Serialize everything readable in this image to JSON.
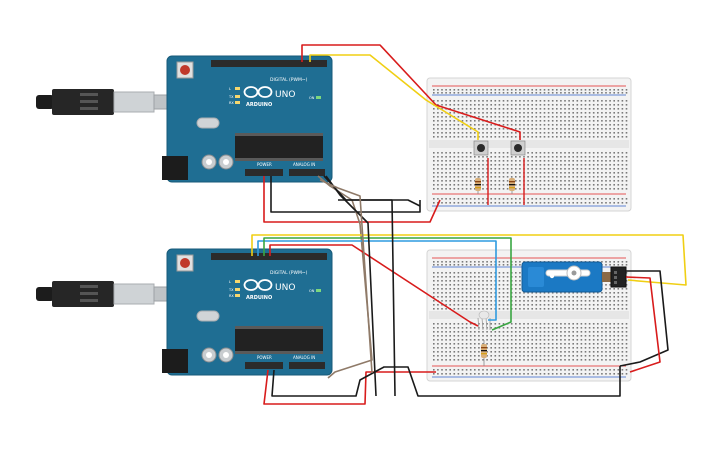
{
  "boards": [
    {
      "id": "top",
      "brand": "ARDUINO",
      "model": "UNO",
      "digital_header": "DIGITAL (PWM~)",
      "power_header": "POWER",
      "analog_header": "ANALOG IN",
      "tx": "TX",
      "rx": "RX",
      "on": "ON",
      "l": "L"
    },
    {
      "id": "bottom",
      "brand": "ARDUINO",
      "model": "UNO",
      "digital_header": "DIGITAL (PWM~)",
      "power_header": "POWER",
      "analog_header": "ANALOG IN",
      "tx": "TX",
      "rx": "RX",
      "on": "ON",
      "l": "L"
    }
  ],
  "breadboards": [
    {
      "id": "breadboard-top",
      "components": [
        "pushbutton",
        "pushbutton",
        "resistor",
        "resistor"
      ]
    },
    {
      "id": "breadboard-bottom",
      "components": [
        "rgb-led",
        "resistor",
        "micro-servo"
      ]
    }
  ],
  "usb_cables": [
    "usb-cable-top",
    "usb-cable-bottom"
  ],
  "colors": {
    "board": "#1f6e93",
    "board_edge": "#175a79",
    "header": "#2b2b2b",
    "chip": "#222222",
    "breadboard": "#f3f3f3",
    "rail_red": "#e02020",
    "rail_blue": "#3060c8",
    "wire_red": "#d81c1c",
    "wire_black": "#1a1a1a",
    "wire_yellow": "#f0cf14",
    "wire_blue": "#2f9be0",
    "wire_green": "#39a642",
    "wire_brown": "#8f7a68",
    "servo": "#1b79c4"
  }
}
